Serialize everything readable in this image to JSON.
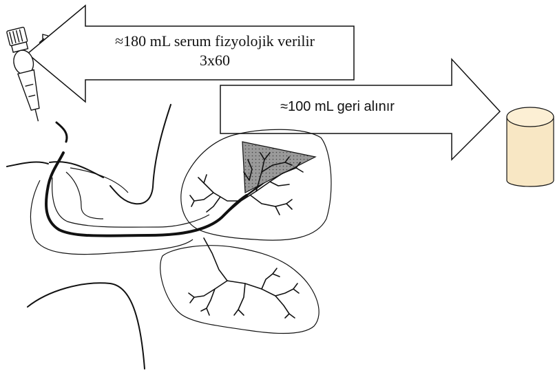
{
  "diagram": {
    "inflow_arrow": {
      "label": "≈180 mL serum fizyolojik verilir",
      "volume": "3x60"
    },
    "outflow_arrow": {
      "label": "≈100 mL geri alınır"
    },
    "colors": {
      "line": "#111111",
      "segment_fill": "#8a8a8a",
      "container_fill": "#f8e7c4"
    }
  }
}
